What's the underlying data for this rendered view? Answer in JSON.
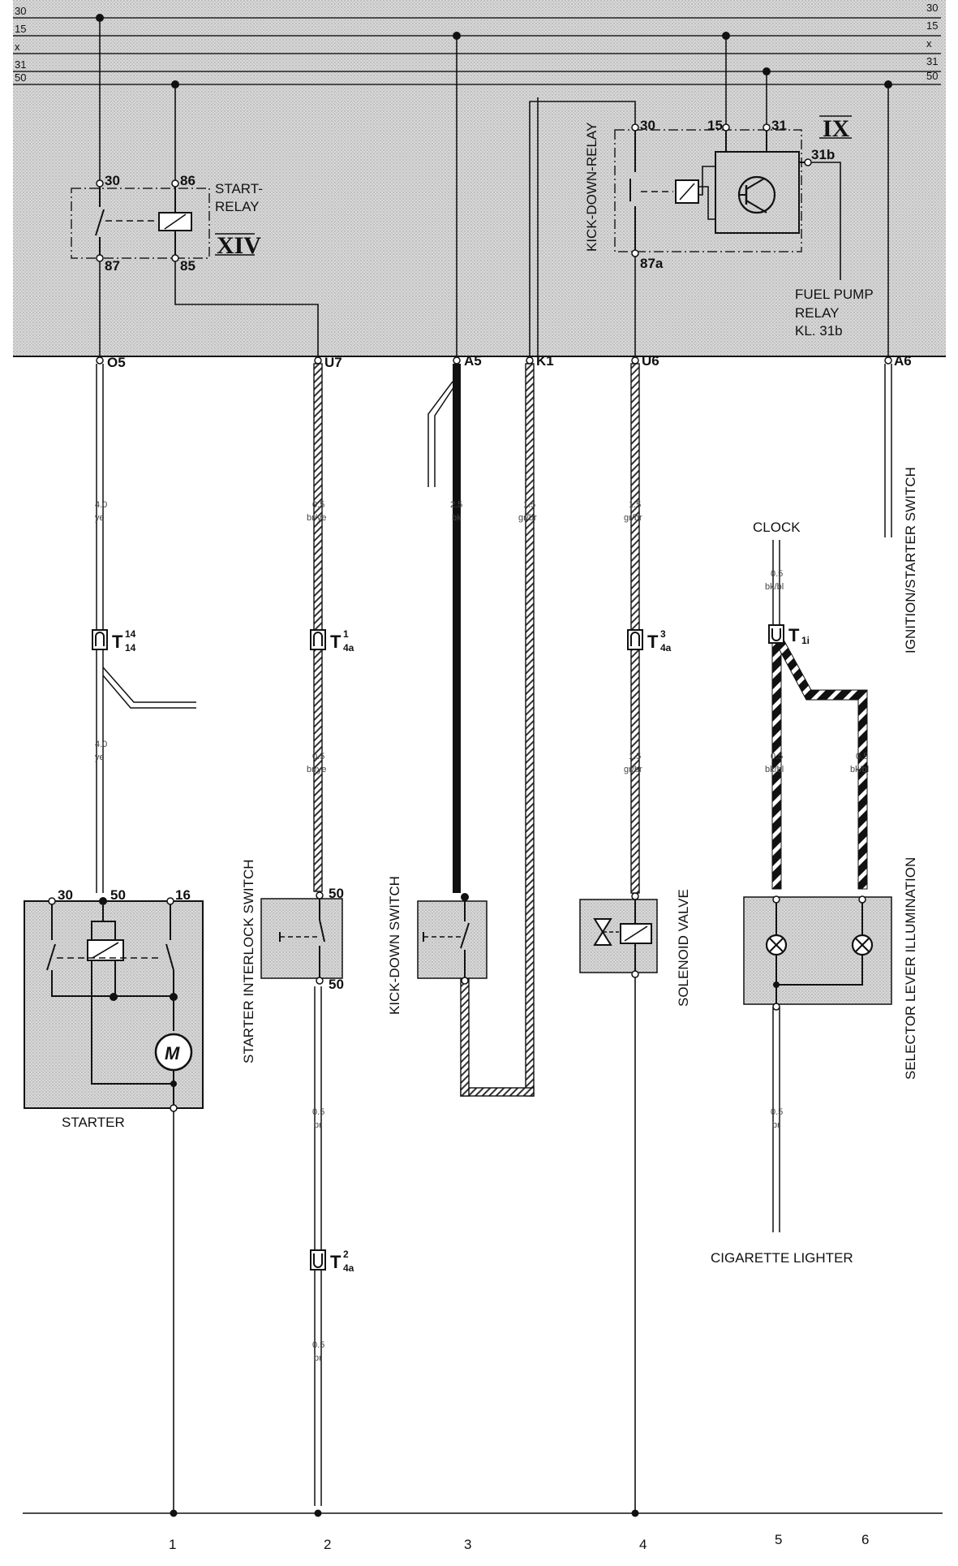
{
  "bus_lines": [
    "30",
    "15",
    "x",
    "31",
    "50"
  ],
  "start_relay": {
    "label_line1": "START-",
    "label_line2": "RELAY",
    "roman": "XIV",
    "pins": {
      "p30": "30",
      "p86": "86",
      "p87": "87",
      "p85": "85"
    }
  },
  "kick_down_relay": {
    "label": "KICK-DOWN-RELAY",
    "roman": "IX",
    "pins": {
      "p30": "30",
      "p15": "15",
      "p31": "31",
      "p31b": "31b",
      "p87a": "87a"
    }
  },
  "fuel_pump_relay": {
    "line1": "FUEL PUMP",
    "line2": "RELAY",
    "line3": "KL. 31b"
  },
  "connectors": {
    "O5": "O5",
    "U7": "U7",
    "A5": "A5",
    "K1": "K1",
    "U6": "U6",
    "A6": "A6"
  },
  "ignition_label": "IGNITION/STARTER SWITCH",
  "clock_label": "CLOCK",
  "cigarette_label": "CIGARETTE LIGHTER",
  "components": {
    "starter": "STARTER",
    "interlock": "STARTER INTERLOCK SWITCH",
    "kickdown_switch": "KICK-DOWN SWITCH",
    "solenoid": "SOLENOID VALVE",
    "selector": "SELECTOR LEVER ILLUMINATION"
  },
  "starter_pins": {
    "p30": "30",
    "p50": "50",
    "p16": "16"
  },
  "interlock_pins": {
    "top": "50",
    "bottom": "50"
  },
  "wires": {
    "w1a": {
      "size": "4.0",
      "color": "ye"
    },
    "w1b": {
      "size": "4.0",
      "color": "ye"
    },
    "w2a": {
      "size": "0.5",
      "color": "br/ye"
    },
    "w2b": {
      "size": "0.5",
      "color": "br/ye"
    },
    "w2c": {
      "size": "0.5",
      "color": "br"
    },
    "w2d": {
      "size": "0.5",
      "color": "br"
    },
    "w3a": {
      "size": "2.5",
      "color": "bk"
    },
    "w3b": {
      "size": "1.5",
      "color": "gr/br"
    },
    "w4a": {
      "size": "1.5",
      "color": "gr/br"
    },
    "w4b": {
      "size": "1.5",
      "color": "gr/br"
    },
    "w5a": {
      "size": "0.5",
      "color": "bk/bl"
    },
    "w5b": {
      "size": "0.5",
      "color": "bk/bl"
    },
    "w6a": {
      "size": "0.5",
      "color": "bk/bl"
    },
    "w5c": {
      "size": "0.5",
      "color": "br"
    }
  },
  "terminals": {
    "t14": {
      "main": "T",
      "sup": "14",
      "sub": "14"
    },
    "t4a1": {
      "main": "T",
      "sup": "1",
      "sub": "4a"
    },
    "t4a3": {
      "main": "T",
      "sup": "3",
      "sub": "4a"
    },
    "t1i": {
      "main": "T",
      "sub": "1i"
    },
    "t4a2": {
      "main": "T",
      "sup": "2",
      "sub": "4a"
    }
  },
  "columns": [
    "1",
    "2",
    "3",
    "4",
    "5",
    "6"
  ]
}
